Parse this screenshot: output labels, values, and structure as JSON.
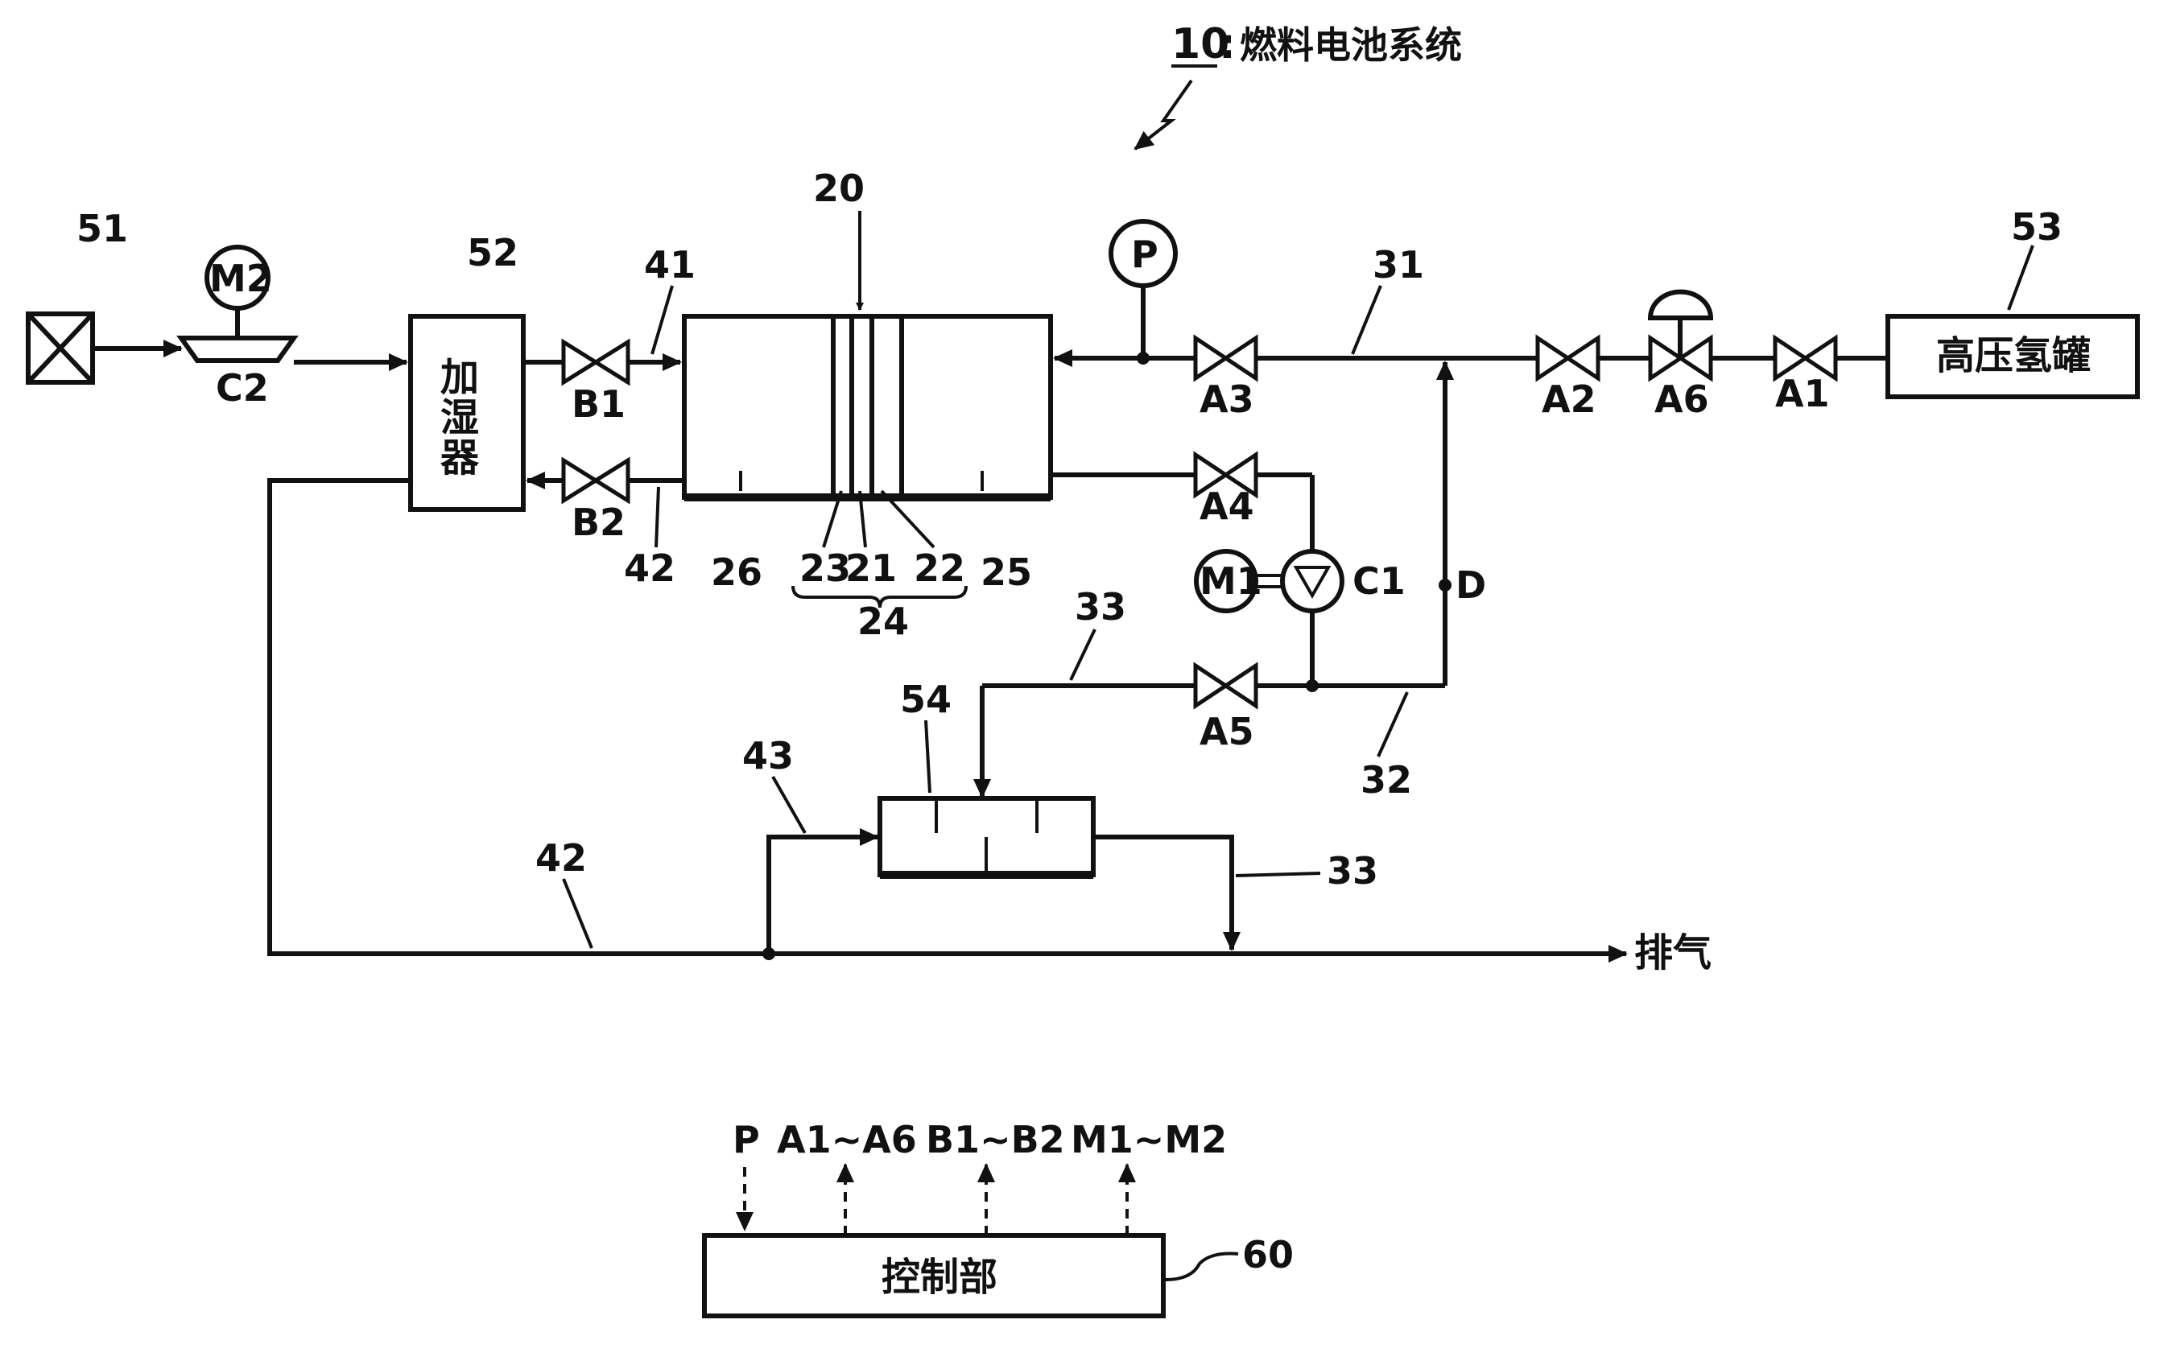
{
  "title": {
    "number": "10",
    "sep": ":",
    "text": "燃料电池系统"
  },
  "components": {
    "air_filter": "51",
    "compressor_motor": "M2",
    "compressor": "C2",
    "humidifier_num": "52",
    "humidifier_name": "加湿器",
    "fuel_cell": "20",
    "hydrogen_tank_num": "53",
    "hydrogen_tank_name": "高压氢罐",
    "pressure_sensor": "P",
    "pump_motor": "M1",
    "pump": "C1",
    "separator": "54",
    "controller_num": "60",
    "controller_name": "控制部"
  },
  "cell_parts": {
    "cathode": "26",
    "membrane": "21",
    "cathode_electrode": "23",
    "anode_electrode": "22",
    "anode": "25",
    "mea": "24"
  },
  "valves": [
    "A1",
    "A2",
    "A3",
    "A4",
    "A5",
    "A6",
    "B1",
    "B2"
  ],
  "lines": {
    "air_in": "41",
    "air_out": "42",
    "air_out_lower": "42",
    "h2_supply": "31",
    "h2_circulation": "32",
    "purge_upper": "33",
    "purge_lower": "33",
    "drain": "43",
    "junction": "D",
    "exhaust": "排气"
  },
  "signals": [
    "P",
    "A1~A6",
    "B1~B2",
    "M1~M2"
  ]
}
